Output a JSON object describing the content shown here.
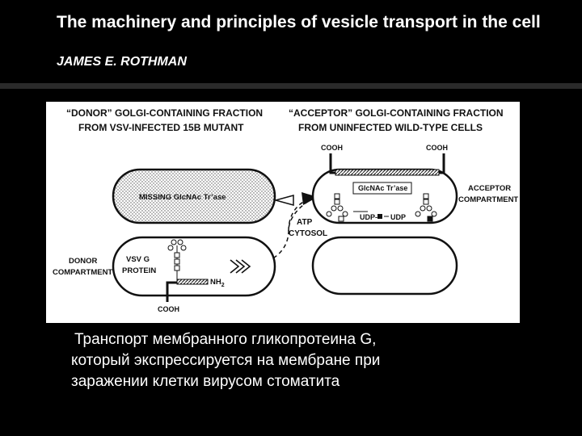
{
  "header": {
    "title": "The machinery and principles of vesicle transport in the cell",
    "author": "JAMES E. ROTHMAN"
  },
  "diagram": {
    "donor_heading": [
      "“DONOR” GOLGI-CONTAINING FRACTION",
      "FROM VSV-INFECTED 15B MUTANT"
    ],
    "acceptor_heading": [
      "“ACCEPTOR” GOLGI-CONTAINING FRACTION",
      "FROM UNINFECTED WILD-TYPE CELLS"
    ],
    "missing_label": "MISSING GlcNAc Tr’ase",
    "acceptor_enzyme": "GlcNAc Tr’ase",
    "cooh_left": "COOH",
    "cooh_right": "COOH",
    "udp_sugar": "UDP-",
    "udp": "UDP",
    "acceptor_compartment": [
      "ACCEPTOR",
      "COMPARTMENT"
    ],
    "atp": "ATP",
    "cytosol": "CYTOSOL",
    "donor_compartment": [
      "DONOR",
      "COMPARTMENT"
    ],
    "vsv_g": [
      "VSV G",
      "PROTEIN"
    ],
    "nh2": "NH",
    "nh2_sub": "2",
    "cooh_bottom": "COOH"
  },
  "caption": {
    "line1": "Транспорт мембранного гликопротеина G,",
    "line2": "который экспрессируется на мембране при",
    "line3": "заражении клетки вирусом стоматита"
  }
}
